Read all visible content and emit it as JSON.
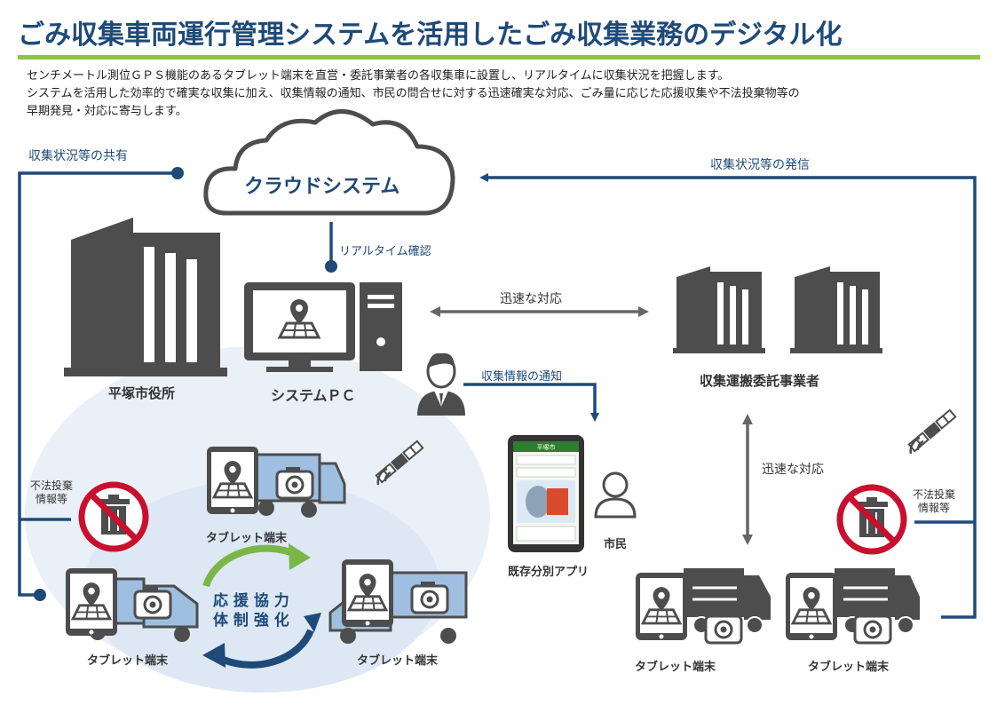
{
  "title": "ごみ収集車両運行管理システムを活用したごみ収集業務のデジタル化",
  "description": [
    "センチメートル測位ＧＰＳ機能のあるタブレット端末を直営・委託事業者の各収集車に設置し、リアルタイムに収集状況を把握します。",
    "システムを活用した効率的で確実な収集に加え、収集情報の通知、市民の問合せに対する迅速確実な対応、ごみ量に応じた応援収集や不法投棄物等の",
    "早期発見・対応に寄与します。"
  ],
  "cloud_label": "クラウドシステム",
  "share_label": "収集状況等の共有",
  "send_label": "収集状況等の発信",
  "realtime_label": "リアルタイム確認",
  "city_hall_label": "平塚市役所",
  "system_pc_label": "システムＰＣ",
  "contractor_label": "収集運搬委託事業者",
  "quick_response_label": "迅速な対応",
  "notify_label": "収集情報の通知",
  "citizen_label": "市民",
  "app_label": "既存分別アプリ",
  "app_screen_header": "平塚市",
  "dumping_label": "不法投棄\n情報等",
  "tablet_label": "タブレット端末",
  "support_line1": "応 援 協 力",
  "support_line2": "体 制 強 化",
  "colors": {
    "navy": "#1e4a78",
    "green": "#8cc63f",
    "gray": "#4d4d4d",
    "red": "#c8102e",
    "light_blue": "#e3ecf5"
  },
  "icons": [
    "cloud-icon",
    "building-icon",
    "computer-icon",
    "person-icon",
    "smartphone-icon",
    "tablet-icon",
    "truck-icon",
    "camera-icon",
    "satellite-icon",
    "no-dumping-icon",
    "location-pin-icon",
    "cycle-arrows-icon"
  ]
}
